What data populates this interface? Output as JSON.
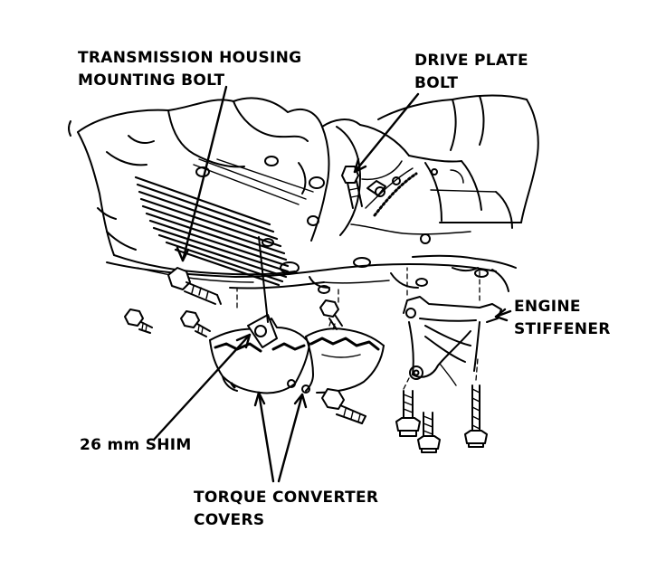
{
  "labels": {
    "transmission_housing_bolt": [
      "TRANSMISSION HOUSING",
      "MOUNTING BOLT"
    ],
    "drive_plate_bolt": [
      "DRIVE PLATE",
      "BOLT"
    ],
    "engine_stiffener": [
      "ENGINE",
      "STIFFENER"
    ],
    "shim": [
      "26 mm SHIM"
    ],
    "torque_converter_covers": [
      "TORQUE CONVERTER",
      "COVERS"
    ]
  },
  "colors": {
    "ink": "#000000",
    "paper": "#ffffff"
  }
}
